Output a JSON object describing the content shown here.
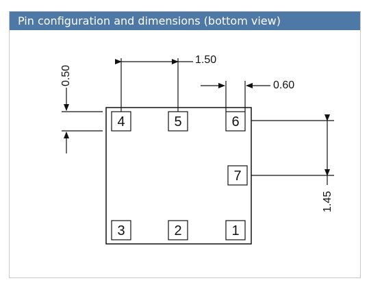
{
  "header": {
    "title": "Pin configuration and dimensions (bottom view)"
  },
  "pins": [
    "4",
    "5",
    "6",
    "7",
    "3",
    "2",
    "1"
  ],
  "dimensions": {
    "pin_pitch": "1.50",
    "pad_width": "0.60",
    "pad_height": "0.50",
    "pin7_offset": "1.45"
  }
}
